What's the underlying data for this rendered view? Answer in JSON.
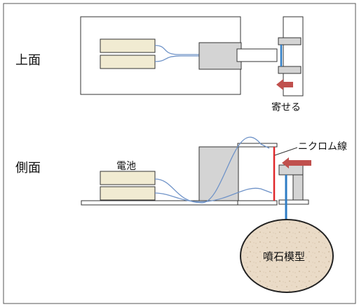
{
  "labels": {
    "top_view": "上面",
    "side_view": "側面",
    "push_together": "寄せる",
    "battery": "電池",
    "nichrome_wire": "ニクロム線",
    "ejecta_model": "噴石模型"
  },
  "colors": {
    "frame_border": "#555555",
    "battery_fill": "#f1ebd2",
    "block_fill": "#d4d4d4",
    "wire_blue": "#6f93c8",
    "nichrome_red": "#e0282c",
    "arrow_red": "#c0504d",
    "stick_blue": "#2e7cc4",
    "rock_fill": "#eadbc7"
  },
  "icons": {
    "arrow": "left-arrow-icon"
  }
}
